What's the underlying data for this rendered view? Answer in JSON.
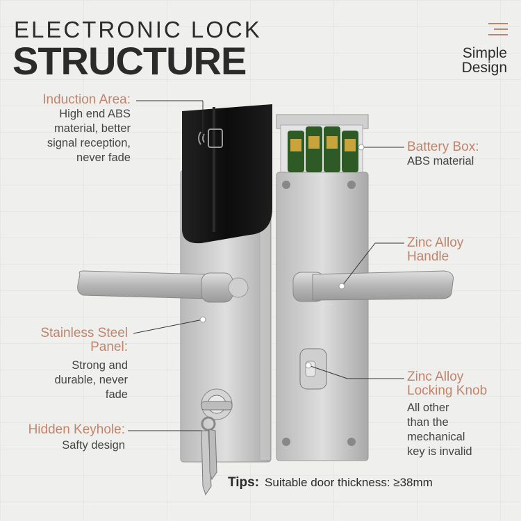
{
  "header": {
    "title_line1": "ELECTRONIC LOCK",
    "title_line2": "STRUCTURE",
    "badge_line1": "Simple",
    "badge_line2": "Design"
  },
  "callouts": {
    "induction": {
      "label": "Induction Area:",
      "desc": [
        "High end ABS",
        "material, better",
        "signal reception,",
        "never fade"
      ]
    },
    "panel": {
      "label": [
        "Stainless Steel",
        "Panel:"
      ],
      "desc": [
        "Strong and",
        "durable, never",
        "fade"
      ]
    },
    "keyhole": {
      "label": "Hidden Keyhole:",
      "desc": "Safty design"
    },
    "battery": {
      "label": "Battery Box:",
      "desc": "ABS material"
    },
    "handle": {
      "label": [
        "Zinc Alloy",
        "Handle"
      ]
    },
    "knob": {
      "label": [
        "Zinc Alloy",
        "Locking Knob"
      ],
      "desc": [
        "All other",
        "than the",
        "mechanical",
        "key is invalid"
      ]
    }
  },
  "tips": {
    "label": "Tips:",
    "text": "Suitable door thickness: ≥38mm"
  },
  "colors": {
    "accent": "#c0846b",
    "text": "#2b2b2b",
    "steel": "#c9c9c9",
    "reader": "#111111"
  },
  "icons": [
    "menu-icon",
    "rfid-icon"
  ]
}
